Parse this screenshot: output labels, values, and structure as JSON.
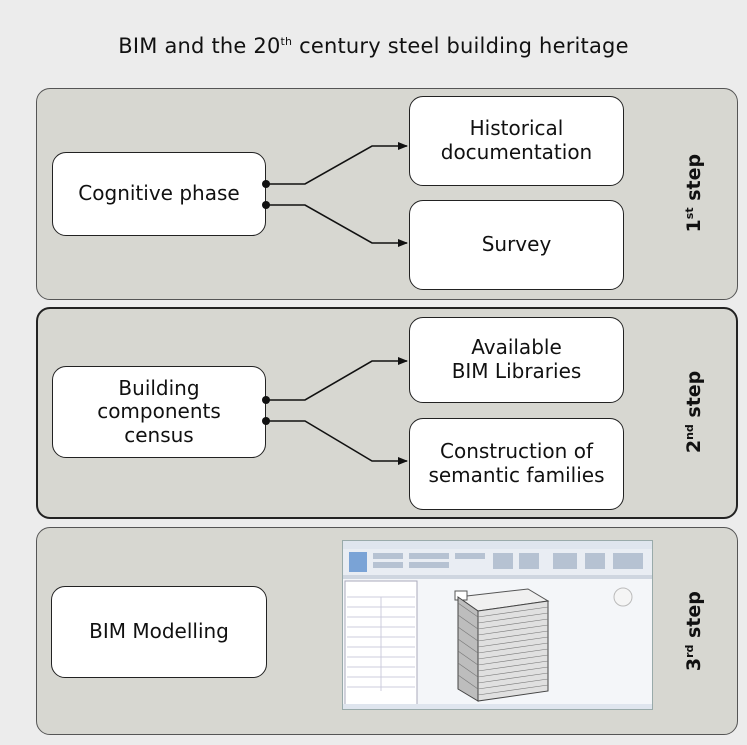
{
  "title": {
    "main": "BIM and the 20",
    "sup": "th",
    "rest": " century steel building heritage"
  },
  "steps": [
    {
      "label_num": "1",
      "label_sup": "st",
      "label_word": " step",
      "source": "Cognitive phase",
      "targets": [
        "Historical\ndocumentation",
        "Survey"
      ]
    },
    {
      "label_num": "2",
      "label_sup": "nd",
      "label_word": " step",
      "source": "Building\ncomponents\ncensus",
      "targets": [
        "Available\nBIM Libraries",
        "Construction of\nsemantic families"
      ]
    },
    {
      "label_num": "3",
      "label_sup": "rd",
      "label_word": " step",
      "source": "BIM Modelling",
      "targets": []
    }
  ],
  "colors": {
    "panel_fill": "#d7d7d1",
    "box_fill": "#ffffff",
    "stroke": "#222222",
    "background": "#ececec"
  }
}
